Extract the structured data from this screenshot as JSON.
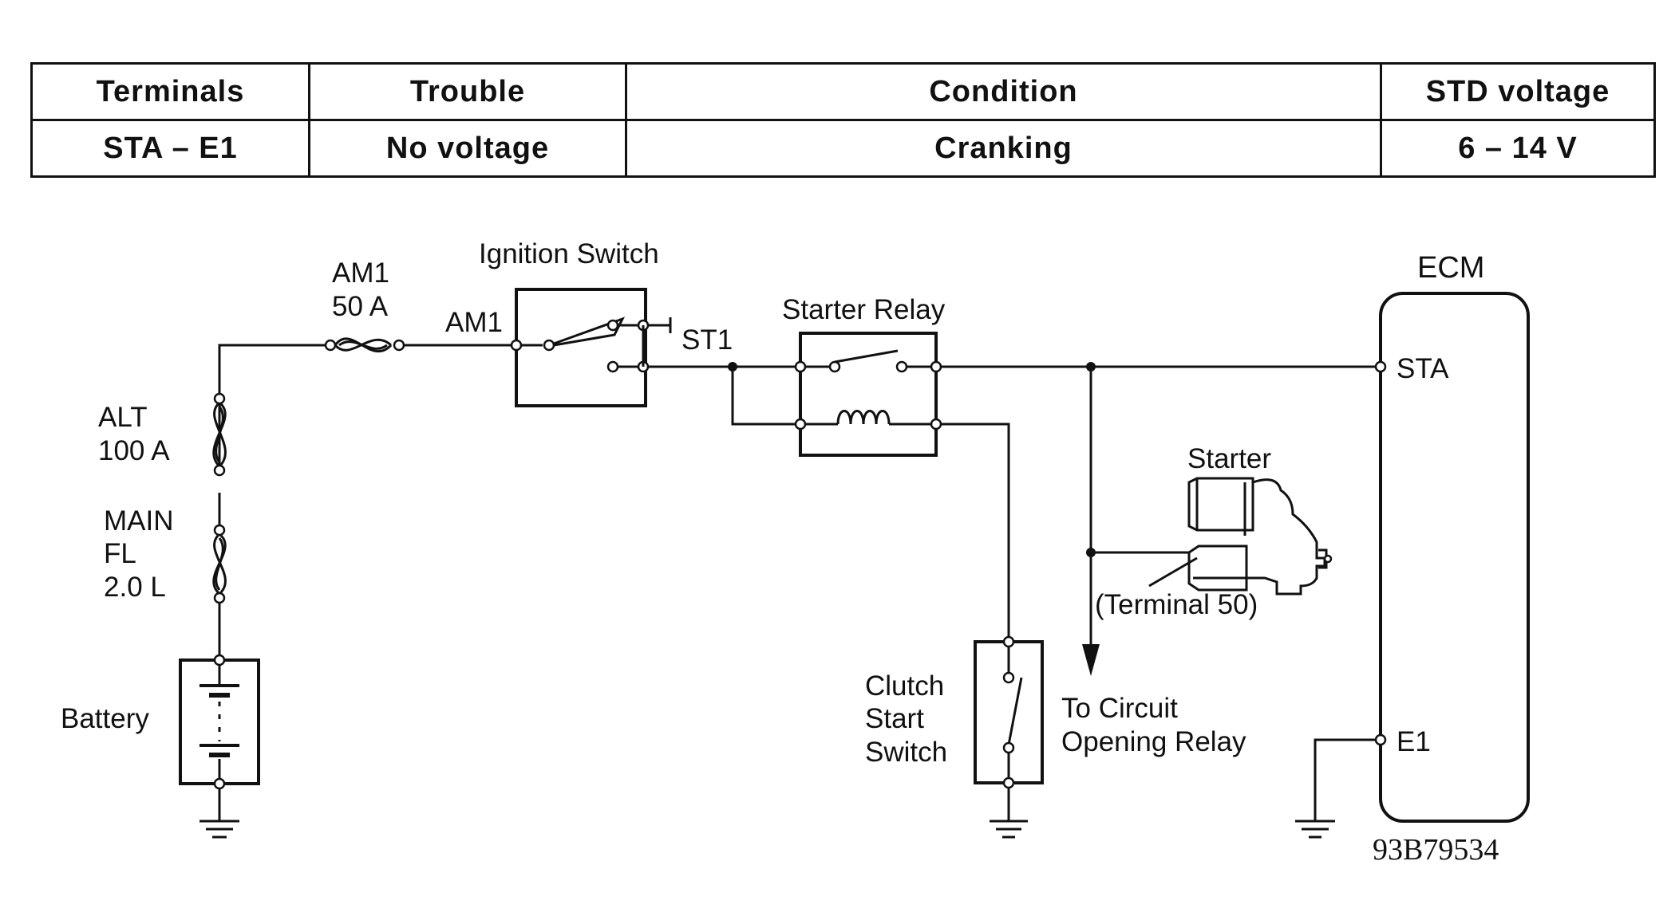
{
  "table": {
    "headers": [
      "Terminals",
      "Trouble",
      "Condition",
      "STD voltage"
    ],
    "rows": [
      [
        "STA – E1",
        "No voltage",
        "Cranking",
        "6 – 14 V"
      ]
    ]
  },
  "diagram": {
    "fuse_am1": [
      "AM1",
      "50 A"
    ],
    "fuse_alt": [
      "ALT",
      "100 A"
    ],
    "fuse_main": [
      "MAIN",
      "FL",
      "2.0 L"
    ],
    "battery": "Battery",
    "ignition_switch": "Ignition Switch",
    "ign_am1": "AM1",
    "ign_st1": "ST1",
    "starter_relay": "Starter Relay",
    "starter": "Starter",
    "terminal_50": "(Terminal 50)",
    "clutch_switch": [
      "Clutch",
      "Start",
      "Switch"
    ],
    "to_circuit": [
      "To Circuit",
      "Opening Relay"
    ],
    "ecm": "ECM",
    "ecm_sta": "STA",
    "ecm_e1": "E1",
    "figure_code": "93B79534"
  }
}
